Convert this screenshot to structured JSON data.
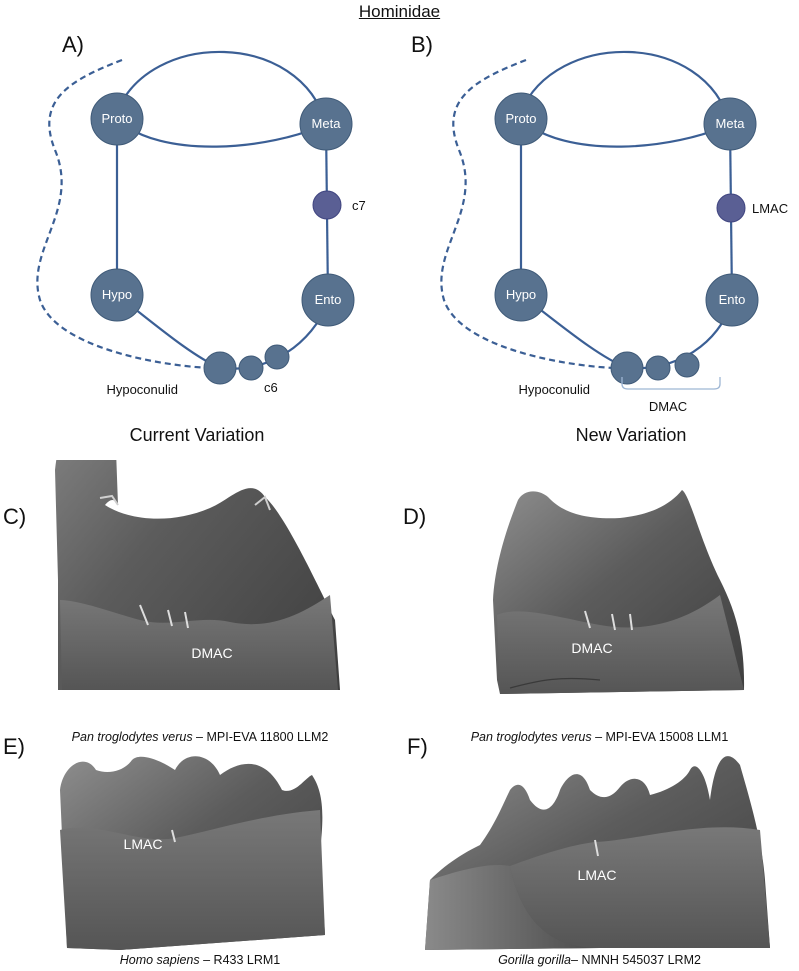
{
  "title": "Hominidae",
  "colors": {
    "line": "#3b5f95",
    "cusp": "#58728f",
    "accessory": "#5a5f94",
    "bracket": "#9eb6d4",
    "tooth_dark": "#3e3e3e",
    "tooth_light": "#8e8e8e"
  },
  "panel_a": {
    "label": "A)",
    "subtitle": "Current Variation",
    "cusps": {
      "proto": "Proto",
      "meta": "Meta",
      "hypo": "Hypo",
      "ento": "Ento"
    },
    "labels": {
      "c7": "c7",
      "hypoconulid": "Hypoconulid",
      "c6": "c6"
    }
  },
  "panel_b": {
    "label": "B)",
    "subtitle": "New Variation",
    "cusps": {
      "proto": "Proto",
      "meta": "Meta",
      "hypo": "Hypo",
      "ento": "Ento"
    },
    "labels": {
      "lmac": "LMAC",
      "hypoconulid": "Hypoconulid",
      "dmac": "DMAC"
    }
  },
  "panel_c": {
    "label": "C)",
    "tooth_label": "DMAC",
    "species": "Pan troglodytes verus",
    "specimen": " – MPI-EVA 11800 LLM2"
  },
  "panel_d": {
    "label": "D)",
    "tooth_label": "DMAC",
    "species": "Pan troglodytes verus",
    "specimen": " – MPI-EVA 15008 LLM1"
  },
  "panel_e": {
    "label": "E)",
    "tooth_label": "LMAC",
    "species": "Homo sapiens",
    "specimen": " – R433 LRM1"
  },
  "panel_f": {
    "label": "F)",
    "tooth_label": "LMAC",
    "species": "Gorilla gorilla",
    "specimen": "– NMNH 545037 LRM2"
  }
}
